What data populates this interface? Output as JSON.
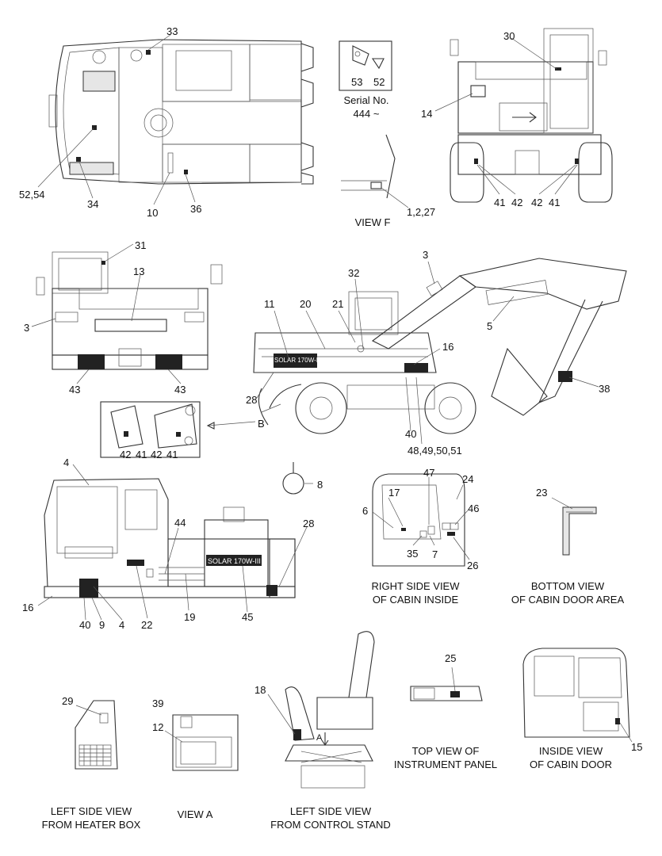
{
  "callouts": {
    "c33": "33",
    "c5254": "52,54",
    "c34": "34",
    "c10": "10",
    "c36": "36",
    "c53": "53",
    "c52": "52",
    "c12727": "1,2,27",
    "c30": "30",
    "c14": "14",
    "c41a": "41",
    "c42a": "42",
    "c42b": "42",
    "c41b": "41",
    "c31": "31",
    "c13": "13",
    "c3a": "3",
    "c43a": "43",
    "c43b": "43",
    "c3b": "3",
    "c32": "32",
    "c5": "5",
    "c11": "11",
    "c20": "20",
    "c21": "21",
    "c16a": "16",
    "c38": "38",
    "c28a": "28",
    "c40a": "40",
    "c48": "48,49,50,51",
    "cB": "B",
    "c42c": "42",
    "c41c": "41",
    "c42d": "42",
    "c41d": "41",
    "c8": "8",
    "c4a": "4",
    "c44": "44",
    "c28b": "28",
    "c16b": "16",
    "c40b": "40",
    "c9": "9",
    "c4b": "4",
    "c22": "22",
    "c19": "19",
    "c45": "45",
    "c47": "47",
    "c24": "24",
    "c17": "17",
    "c6": "6",
    "c46": "46",
    "c35": "35",
    "c7": "7",
    "c26": "26",
    "c23": "23",
    "c25": "25",
    "c18": "18",
    "cA": "A",
    "c29": "29",
    "c39": "39",
    "c12": "12",
    "c15": "15"
  },
  "captions": {
    "serial": "Serial No.\n444 ~",
    "view_f": "VIEW  F",
    "right_side_cabin": "RIGHT SIDE VIEW\nOF CABIN INSIDE",
    "bottom_cabin_door": "BOTTOM VIEW\nOF CABIN DOOR AREA",
    "top_instrument": "TOP VIEW OF\nINSTRUMENT PANEL",
    "inside_cabin_door": "INSIDE VIEW\nOF CABIN DOOR",
    "left_heater": "LEFT SIDE VIEW\nFROM HEATER BOX",
    "view_a": "VIEW  A",
    "left_control": "LEFT SIDE VIEW\nFROM CONTROL STAND"
  },
  "decals": {
    "model_text": "SOLAR 170W-III"
  }
}
